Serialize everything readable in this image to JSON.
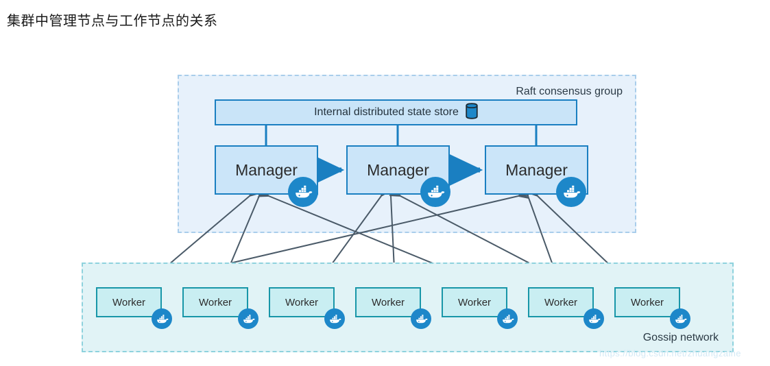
{
  "title": "集群中管理节点与工作节点的关系",
  "diagram": {
    "raft_group": {
      "label": "Raft consensus group",
      "state_store": {
        "label": "Internal distributed state store",
        "icon": "database-cylinder-icon"
      },
      "managers": [
        {
          "label": "Manager",
          "icon": "docker-whale-icon"
        },
        {
          "label": "Manager",
          "icon": "docker-whale-icon"
        },
        {
          "label": "Manager",
          "icon": "docker-whale-icon"
        }
      ]
    },
    "gossip_network": {
      "label": "Gossip network",
      "workers": [
        {
          "label": "Worker",
          "icon": "docker-whale-icon"
        },
        {
          "label": "Worker",
          "icon": "docker-whale-icon"
        },
        {
          "label": "Worker",
          "icon": "docker-whale-icon"
        },
        {
          "label": "Worker",
          "icon": "docker-whale-icon"
        },
        {
          "label": "Worker",
          "icon": "docker-whale-icon"
        },
        {
          "label": "Worker",
          "icon": "docker-whale-icon"
        },
        {
          "label": "Worker",
          "icon": "docker-whale-icon"
        }
      ]
    },
    "colors": {
      "manager_border": "#1a7fc1",
      "manager_fill": "#cbe5f9",
      "worker_border": "#1896a8",
      "worker_fill": "#c9eef2",
      "raft_panel_fill": "#e7f1fb",
      "raft_panel_border": "#a9cdeb",
      "gossip_panel_fill": "#e1f3f6",
      "gossip_panel_border": "#8ed2dd",
      "docker_blue": "#1d87c9",
      "connector_arrow": "#4a5a68",
      "manager_link_arrow": "#1a7fc1"
    }
  },
  "watermark": "https://blog.csdn.net/zhuangzaihe"
}
